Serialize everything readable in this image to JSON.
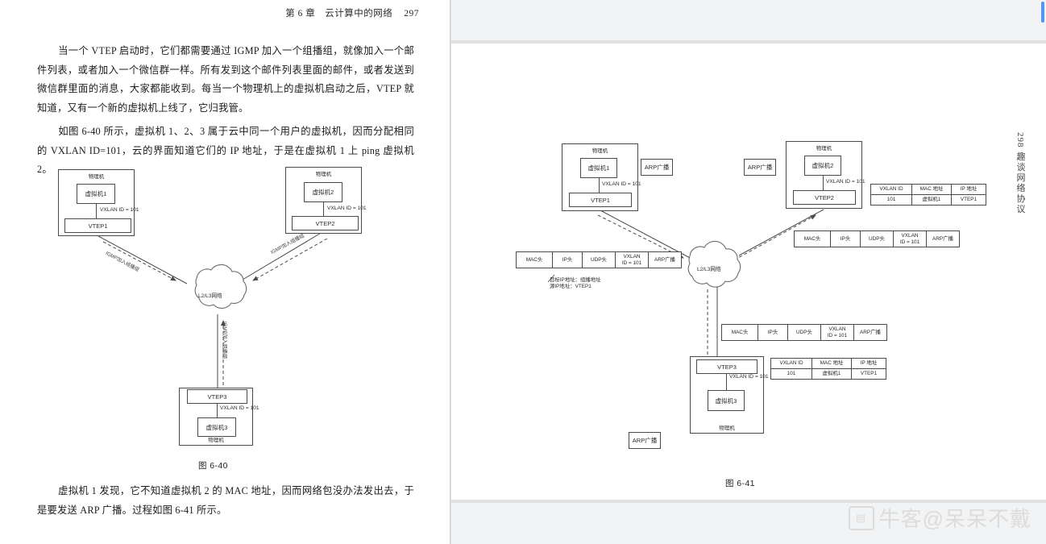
{
  "left_page": {
    "header": {
      "chapter": "第 6 章　云计算中的网络",
      "page_number": "297"
    },
    "paragraph_1": "当一个 VTEP 启动时，它们都需要通过 IGMP 加入一个组播组，就像加入一个邮件列表，或者加入一个微信群一样。所有发到这个邮件列表里面的邮件，或者发送到微信群里面的消息，大家都能收到。每当一个物理机上的虚拟机启动之后，VTEP 就知道，又有一个新的虚拟机上线了，它归我管。",
    "paragraph_2": "如图 6-40 所示，虚拟机 1、2、3 属于云中同一个用户的虚拟机，因而分配相同的 VXLAN ID=101，云的界面知道它们的 IP 地址，于是在虚拟机 1 上 ping 虚拟机 2。",
    "paragraph_3": "虚拟机 1 发现，它不知道虚拟机 2 的 MAC 地址，因而网络包没办法发出去，于是要发送 ARP 广播。过程如图 6-41 所示。",
    "figure": {
      "caption": "图 6-40",
      "host_label": "物理机",
      "cloud_label": "L2/L3网络",
      "vxlan_label": "VXLAN ID = 101",
      "arrow_label": "IGMP加入组播组",
      "nodes": {
        "vm1": "虚拟机1",
        "vm2": "虚拟机2",
        "vm3": "虚拟机3",
        "vtep1": "VTEP1",
        "vtep2": "VTEP2",
        "vtep3": "VTEP3"
      }
    }
  },
  "right_page": {
    "side_label": {
      "page_number": "298",
      "book_title": "趣谈网络协议"
    },
    "figure": {
      "caption": "图 6-41",
      "host_label": "物理机",
      "cloud_label": "L2/L3网络",
      "vxlan_label": "VXLAN ID = 101",
      "arp_broadcast": "ARP广播",
      "nodes": {
        "vm1": "虚拟机1",
        "vm2": "虚拟机2",
        "vm3": "虚拟机3",
        "vtep1": "VTEP1",
        "vtep2": "VTEP2",
        "vtep3": "VTEP3"
      },
      "packet": {
        "mac_head": "MAC头",
        "ip_head": "IP头",
        "udp_head": "UDP头",
        "vxlan_line1": "VXLAN",
        "vxlan_line2": "ID = 101",
        "payload": "ARP广播"
      },
      "ip_note_line1": "目标IP地址：组播地址",
      "ip_note_line2": "源IP地址：VTEP1",
      "mapping_table": {
        "headers": [
          "VXLAN ID",
          "MAC 地址",
          "IP 地址"
        ],
        "row": [
          "101",
          "虚拟机1",
          "VTEP1"
        ]
      }
    },
    "watermark": {
      "icon": "notebook-icon",
      "text": "牛客@呆呆不戴"
    }
  }
}
